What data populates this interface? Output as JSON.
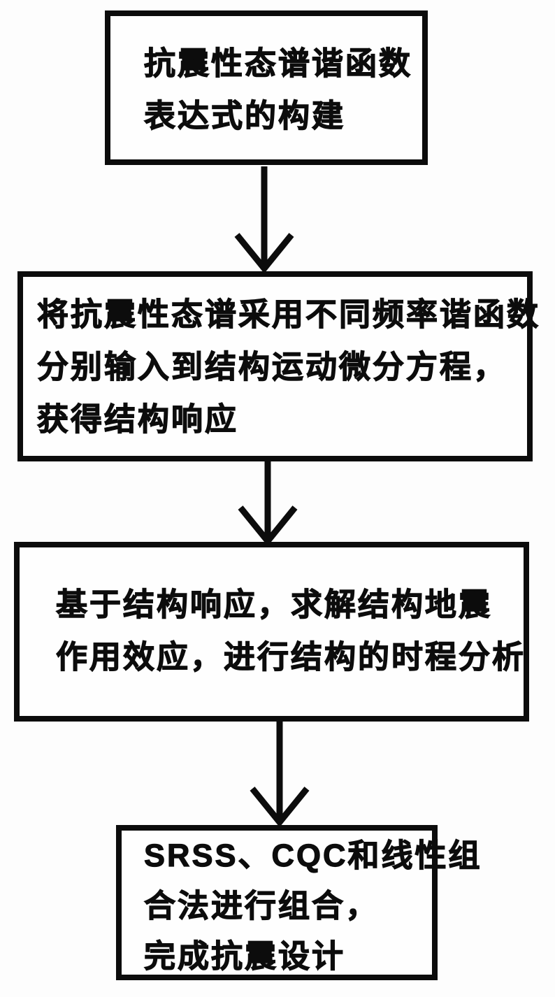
{
  "diagram": {
    "type": "flowchart",
    "direction": "top-down",
    "colors": {
      "line": "#0c0c0c",
      "background": "#fdfdfd",
      "text": "#0c0c0c"
    },
    "steps": [
      {
        "id": "step-1",
        "lines": [
          "抗震性态谱谐函数",
          "表达式的构建"
        ],
        "text": "抗震性态谱谐函数表达式的构建"
      },
      {
        "id": "step-2",
        "lines": [
          "将抗震性态谱采用不同频率谐函数",
          "分别输入到结构运动微分方程，",
          "获得结构响应"
        ],
        "text": "将抗震性态谱采用不同频率谐函数分别输入到结构运动微分方程，获得结构响应"
      },
      {
        "id": "step-3",
        "lines": [
          "基于结构响应，求解结构地震",
          "作用效应，进行结构的时程分析"
        ],
        "text": "基于结构响应，求解结构地震作用效应，进行结构的时程分析"
      },
      {
        "id": "step-4",
        "lines": [
          "SRSS、CQC和线性组",
          "合法进行组合，",
          "完成抗震设计"
        ],
        "text": "SRSS、CQC和线性组合法进行组合，完成抗震设计"
      }
    ],
    "connectors": [
      {
        "from": "step-1",
        "to": "step-2",
        "type": "arrow-down"
      },
      {
        "from": "step-2",
        "to": "step-3",
        "type": "arrow-down"
      },
      {
        "from": "step-3",
        "to": "step-4",
        "type": "arrow-down"
      }
    ]
  }
}
